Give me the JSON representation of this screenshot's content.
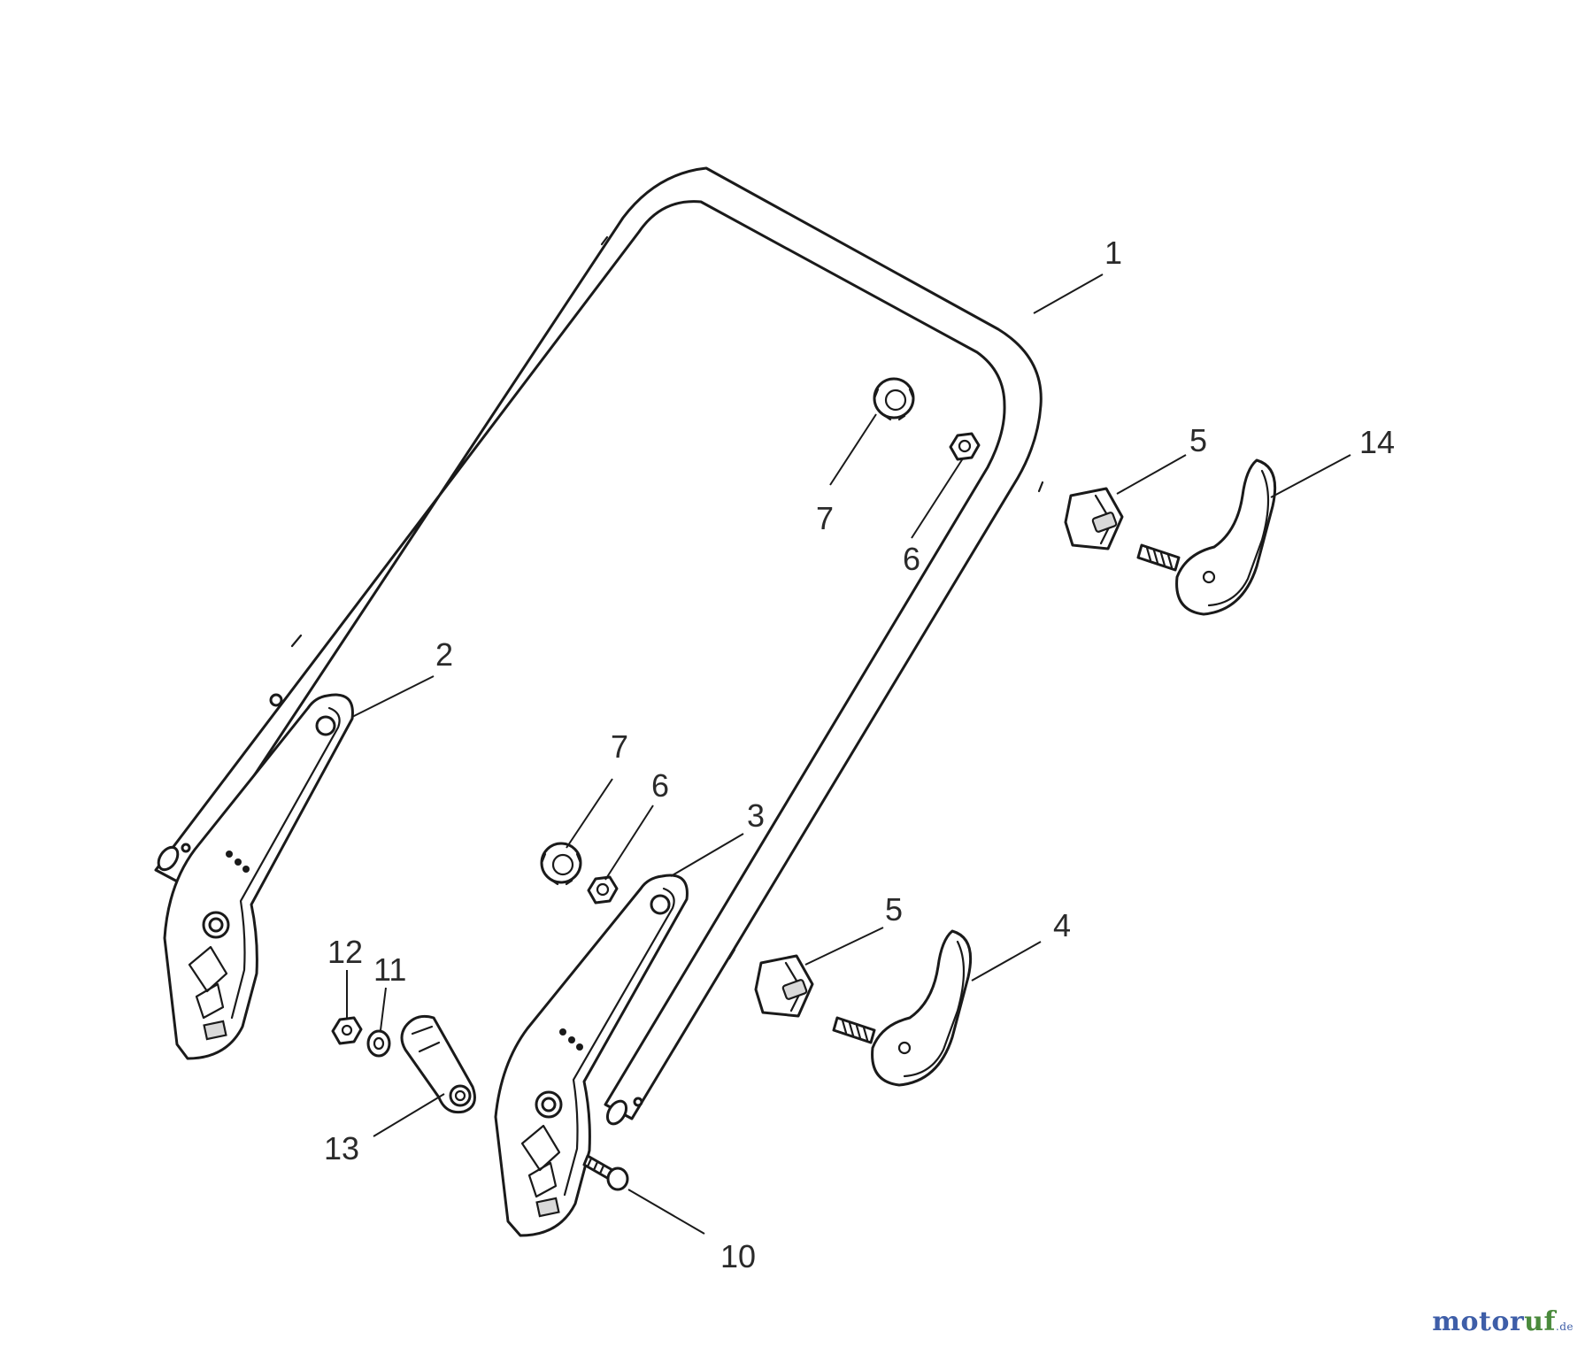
{
  "callouts": [
    {
      "id": "1",
      "text": "1"
    },
    {
      "id": "2",
      "text": "2"
    },
    {
      "id": "3",
      "text": "3"
    },
    {
      "id": "4",
      "text": "4"
    },
    {
      "id": "5a",
      "text": "5"
    },
    {
      "id": "5b",
      "text": "5"
    },
    {
      "id": "6a",
      "text": "6"
    },
    {
      "id": "6b",
      "text": "6"
    },
    {
      "id": "7a",
      "text": "7"
    },
    {
      "id": "7b",
      "text": "7"
    },
    {
      "id": "10",
      "text": "10"
    },
    {
      "id": "11",
      "text": "11"
    },
    {
      "id": "12",
      "text": "12"
    },
    {
      "id": "13",
      "text": "13"
    },
    {
      "id": "14",
      "text": "14"
    }
  ],
  "watermark": {
    "part1": "motor",
    "part2": "uf",
    "tld": ".de"
  }
}
